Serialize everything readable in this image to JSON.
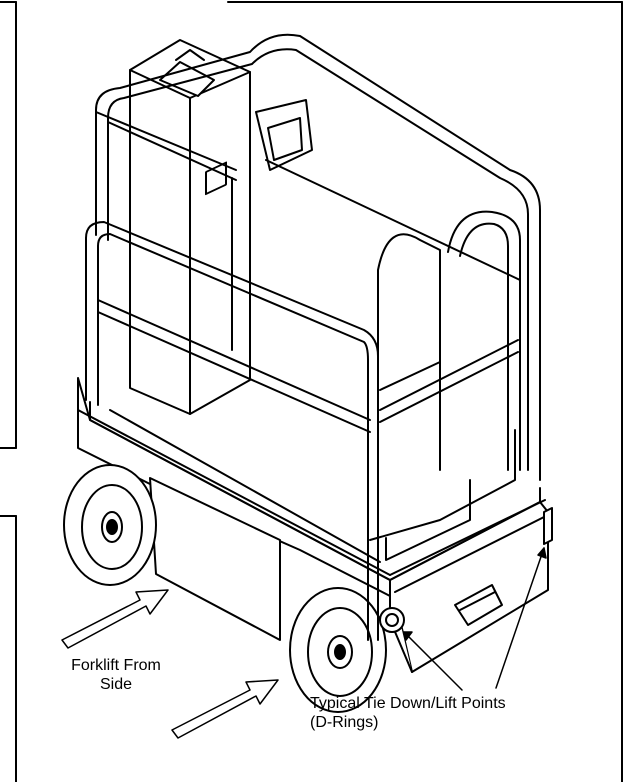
{
  "labels": {
    "forklift": {
      "line1": "Forklift From",
      "line2": "Side"
    },
    "tiedown": {
      "line1": "Typical Tie Down/Lift Points",
      "line2": "(D-Rings)"
    }
  },
  "colors": {
    "stroke": "#000000",
    "fill": "#ffffff",
    "shade": "#dcdcdc"
  }
}
